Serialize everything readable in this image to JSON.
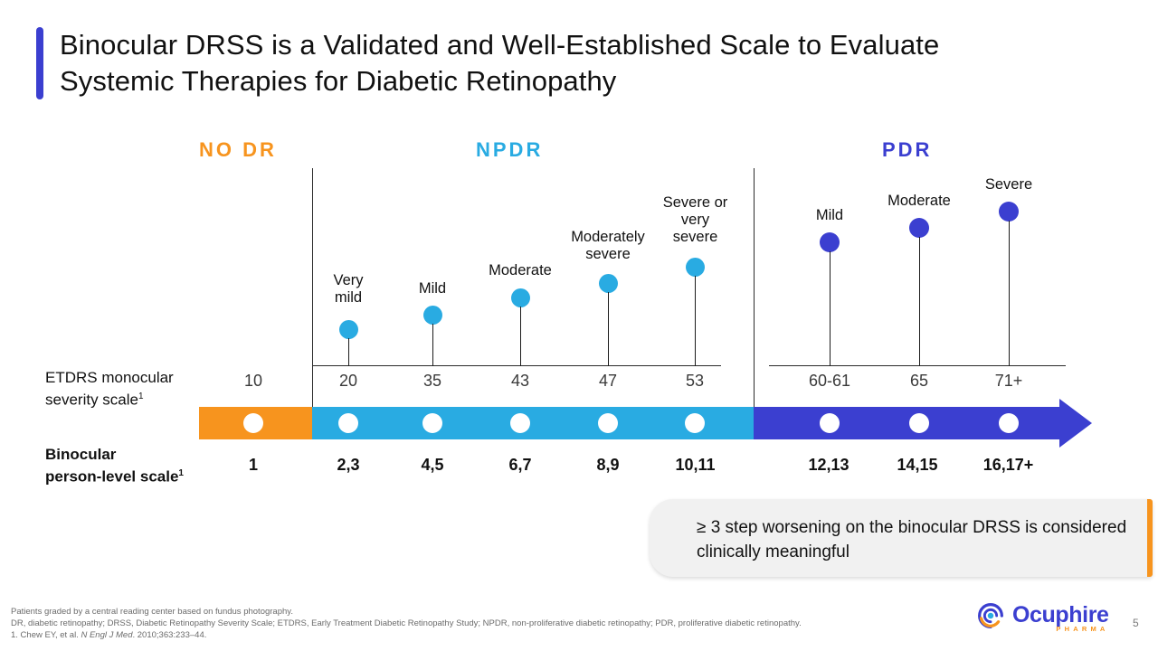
{
  "slide": {
    "title": "Binocular DRSS is a Validated and Well-Established Scale to Evaluate Systemic Therapies for Diabetic Retinopathy",
    "page_number": "5",
    "accent_color": "#3B3FD0"
  },
  "zones": [
    {
      "name": "no-dr",
      "label": "NO DR",
      "color": "#F7941E"
    },
    {
      "name": "npdr",
      "label": "NPDR",
      "color": "#29ABE2"
    },
    {
      "name": "pdr",
      "label": "PDR",
      "color": "#3B3FD0"
    }
  ],
  "rows": {
    "etdrs_label_line1": "ETDRS monocular",
    "etdrs_label_line2": "severity scale",
    "etdrs_label_sup": "1",
    "binocular_label_line1": "Binocular",
    "binocular_label_line2": "person-level scale",
    "binocular_label_sup": "1"
  },
  "chart_data": {
    "type": "table",
    "title": "Binocular DRSS severity scale mapping",
    "columns": [
      "zone",
      "severity",
      "etdrs_monocular_severity_scale",
      "binocular_person_level_scale"
    ],
    "points": [
      {
        "zone": "NO DR",
        "severity": "",
        "etdrs": "10",
        "binocular": "1",
        "dot": false
      },
      {
        "zone": "NPDR",
        "severity": "Very\nmild",
        "etdrs": "20",
        "binocular": "2,3",
        "dot": true
      },
      {
        "zone": "NPDR",
        "severity": "Mild",
        "etdrs": "35",
        "binocular": "4,5",
        "dot": true
      },
      {
        "zone": "NPDR",
        "severity": "Moderate",
        "etdrs": "43",
        "binocular": "6,7",
        "dot": true
      },
      {
        "zone": "NPDR",
        "severity": "Moderately\nsevere",
        "etdrs": "47",
        "binocular": "8,9",
        "dot": true
      },
      {
        "zone": "NPDR",
        "severity": "Severe or\nvery\nsevere",
        "etdrs": "53",
        "binocular": "10,11",
        "dot": true
      },
      {
        "zone": "PDR",
        "severity": "Mild",
        "etdrs": "60-61",
        "binocular": "12,13",
        "dot": true
      },
      {
        "zone": "PDR",
        "severity": "Moderate",
        "etdrs": "65",
        "binocular": "14,15",
        "dot": true
      },
      {
        "zone": "PDR",
        "severity": "Severe",
        "etdrs": "71+",
        "binocular": "16,17+",
        "dot": true
      }
    ]
  },
  "callout": {
    "text": "≥ 3 step worsening on the binocular DRSS is considered clinically meaningful",
    "accent_color": "#F7941E"
  },
  "footnotes": {
    "line1": "Patients graded by a central reading center based on fundus photography.",
    "line2": "DR, diabetic retinopathy; DRSS, Diabetic Retinopathy Severity Scale; ETDRS, Early Treatment Diabetic Retinopathy Study; NPDR, non-proliferative diabetic retinopathy; PDR, proliferative diabetic retinopathy.",
    "reference_prefix": "1. Chew EY, et al. ",
    "reference_journal": "N Engl J Med",
    "reference_suffix": ". 2010;363:233–44."
  },
  "logo": {
    "name": "Ocuphire",
    "tagline": "PHARMA",
    "word_color": "#3B3FD0",
    "tagline_color": "#F7941E"
  }
}
